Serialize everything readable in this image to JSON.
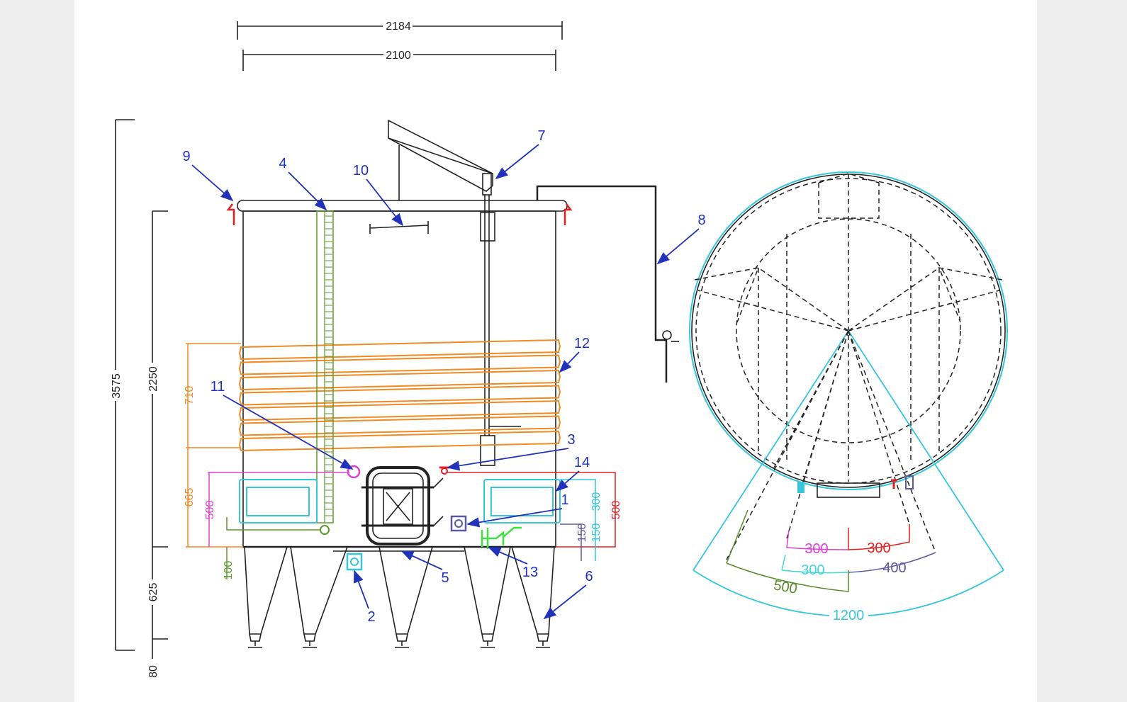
{
  "title": "Open-top fermentation tank with cooling jacket — elevation and plan",
  "colors": {
    "callout": "#2233bb",
    "jacket": "#f08a24",
    "window": "#35c6dc",
    "gauge": "#5a9a2a",
    "magenta": "#e040d0",
    "red": "#e02020",
    "slate": "#5a5aa0"
  },
  "dimensions": {
    "overall_width": "2184",
    "body_width": "2100",
    "total_height": "3575",
    "body_height": "2250",
    "leg_height": "625",
    "foot_height": "80",
    "jacket_height": "710",
    "jacket_base_height": "665",
    "magenta_height": "500",
    "green_height": "100",
    "right_red": "500",
    "right_cyan_300": "300",
    "right_cyan_150": "150",
    "right_slate_150": "150",
    "plan_magenta": "300",
    "plan_red": "300",
    "plan_cyan": "300",
    "plan_slate": "400",
    "plan_green": "500",
    "plan_total": "1200"
  },
  "callouts": [
    "1",
    "2",
    "3",
    "4",
    "5",
    "6",
    "7",
    "8",
    "9",
    "10",
    "11",
    "12",
    "13",
    "14"
  ]
}
